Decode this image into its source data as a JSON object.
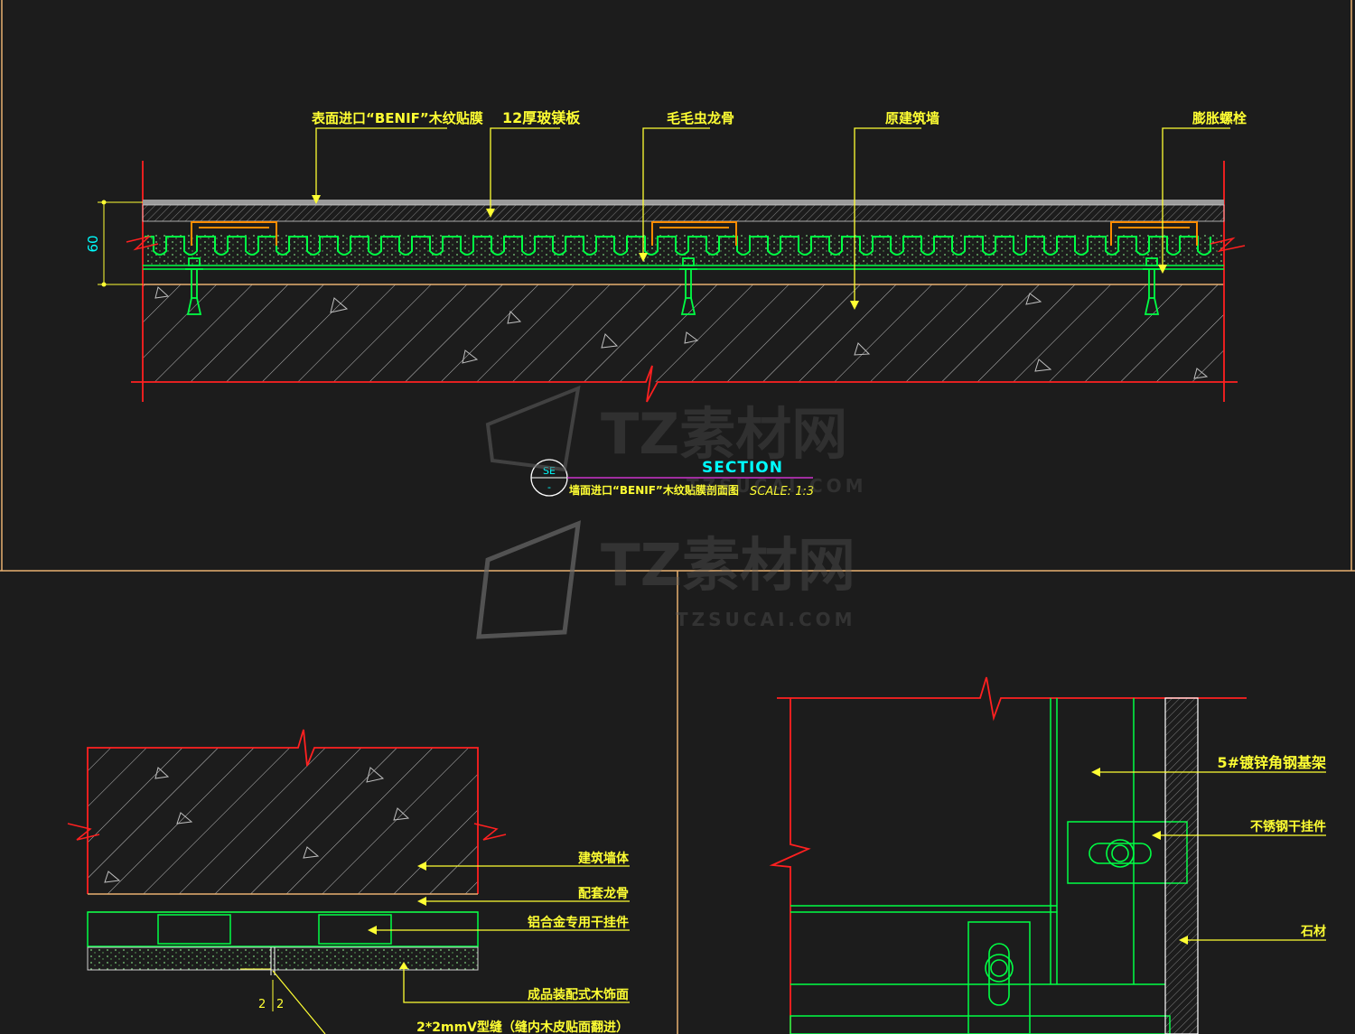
{
  "top_section": {
    "callouts": [
      "表面进口“BENIF”木纹贴膜",
      "12厚玻镁板",
      "毛毛虫龙骨",
      "原建筑墙",
      "膨胀螺栓"
    ],
    "dimension": "60",
    "symbol_top": "SE",
    "symbol_bottom": "-",
    "section_title": "SECTION",
    "caption": "墙面进口“BENIF”木纹贴膜剖面图",
    "scale": "SCALE: 1:3"
  },
  "watermark": {
    "brand": "TZ素材网",
    "url": "TZSUCAI.COM"
  },
  "bottom_left": {
    "callouts": [
      "建筑墙体",
      "配套龙骨",
      "铝合金专用干挂件",
      "成品装配式木饰面",
      "2*2mmV型缝（缝内木皮贴面翻进）"
    ],
    "dim_marks": [
      "2",
      "2"
    ]
  },
  "bottom_right": {
    "callouts": [
      "5#镀锌角钢基架",
      "不锈钢干挂件",
      "石材"
    ]
  },
  "colors": {
    "background": "#1c1c1c",
    "frame": "#e8b070",
    "break_line": "#ff2020",
    "leader": "#ffff33",
    "structure": "#00ff44",
    "accent": "#00ffff",
    "magenta": "#cc33cc"
  }
}
